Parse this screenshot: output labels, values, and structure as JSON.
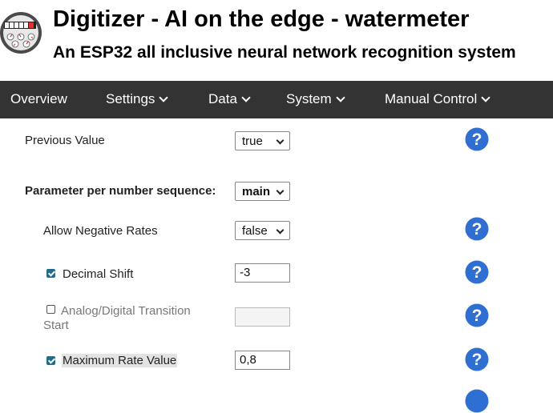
{
  "header": {
    "title": "Digitizer - AI on the edge - watermeter",
    "subtitle": "An ESP32 all inclusive neural network recognition system"
  },
  "nav": {
    "items": [
      {
        "label": "Overview",
        "has_dropdown": false
      },
      {
        "label": "Settings",
        "has_dropdown": true
      },
      {
        "label": "Data",
        "has_dropdown": true
      },
      {
        "label": "System",
        "has_dropdown": true
      },
      {
        "label": "Manual Control",
        "has_dropdown": true
      }
    ]
  },
  "settings": {
    "previous_value": {
      "label": "Previous Value",
      "value": "true"
    },
    "sequence": {
      "label": "Parameter per number sequence:",
      "value": "main"
    },
    "allow_negative": {
      "label": "Allow Negative Rates",
      "value": "false"
    },
    "decimal_shift": {
      "label": "Decimal Shift",
      "value": "-3",
      "checked": true
    },
    "transition_start": {
      "label": "Analog/Digital Transition Start",
      "value": "",
      "checked": false
    },
    "max_rate": {
      "label": "Maximum Rate Value",
      "value": "0,8",
      "checked": true
    }
  },
  "colors": {
    "nav_bg": "#333333",
    "help_icon": "#2f6fd1",
    "checkbox": "#1f6c8c"
  }
}
